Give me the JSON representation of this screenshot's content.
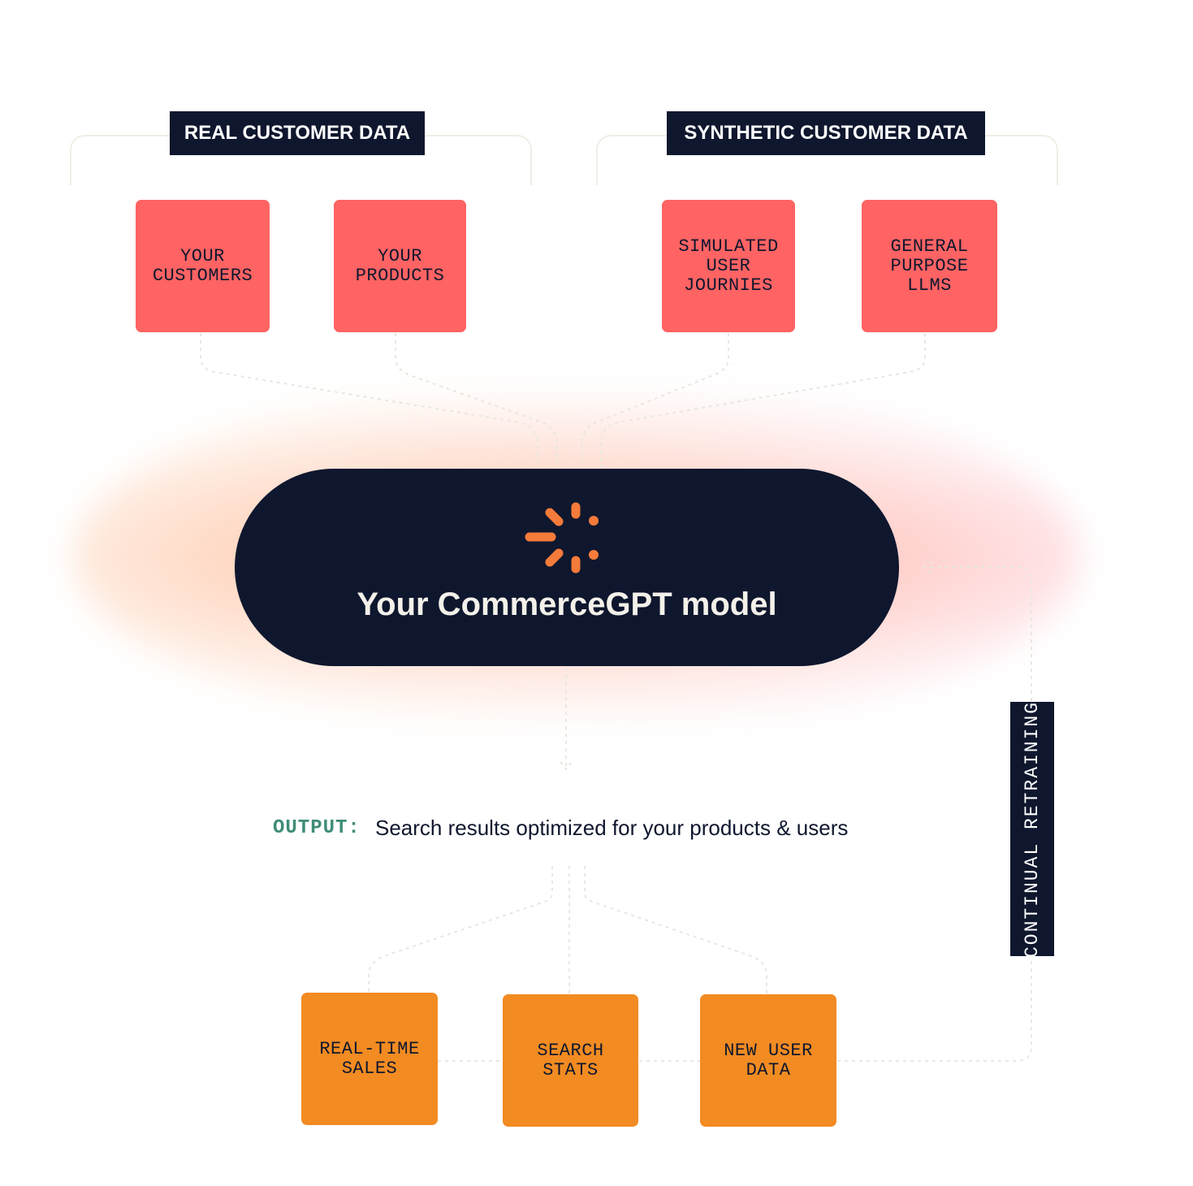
{
  "groups": {
    "real": {
      "label": "REAL CUSTOMER DATA"
    },
    "synthetic": {
      "label": "SYNTHETIC CUSTOMER DATA"
    }
  },
  "inputs": [
    {
      "label": "YOUR\nCUSTOMERS"
    },
    {
      "label": "YOUR\nPRODUCTS"
    },
    {
      "label": "SIMULATED\nUSER\nJOURNIES"
    },
    {
      "label": "GENERAL\nPURPOSE\nLLMS"
    }
  ],
  "model": {
    "title": "Your CommerceGPT model",
    "logo_icon": "spinner-burst-icon"
  },
  "output": {
    "label": "OUTPUT:",
    "text": "Search results optimized for your products & users"
  },
  "outcomes": [
    {
      "label": "REAL-TIME\nSALES"
    },
    {
      "label": "SEARCH\nSTATS"
    },
    {
      "label": "NEW USER\nDATA"
    }
  ],
  "feedback": {
    "label": "CONTINUAL RETRAINING"
  },
  "colors": {
    "navy": "#0f172e",
    "coral": "#ff6363",
    "orange": "#f28b22",
    "accent_orange": "#f47b3a",
    "green": "#3f8c78"
  }
}
